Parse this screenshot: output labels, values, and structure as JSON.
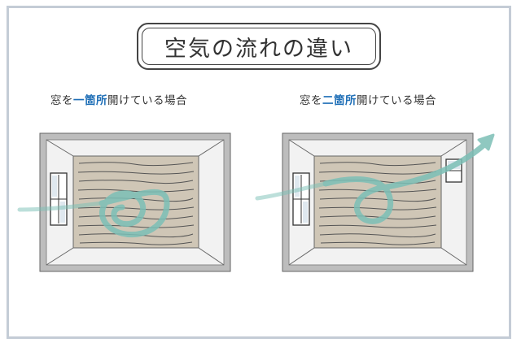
{
  "title": "空気の流れの違い",
  "left_panel": {
    "caption_pre": "窓を",
    "caption_highlight": "一箇所",
    "caption_post": "開けている場合"
  },
  "right_panel": {
    "caption_pre": "窓を",
    "caption_highlight": "二箇所",
    "caption_post": "開けている場合"
  },
  "colors": {
    "highlight": "#1f6fb7",
    "airflow": "#7cbfb6",
    "floor": "#cfc6b6",
    "wall": "#eeeeee",
    "room_border": "#bdbdbd",
    "frame": "#c4ccd6"
  },
  "icons": [
    "window-icon",
    "airflow-arrow-icon",
    "airflow-swirl-icon"
  ]
}
